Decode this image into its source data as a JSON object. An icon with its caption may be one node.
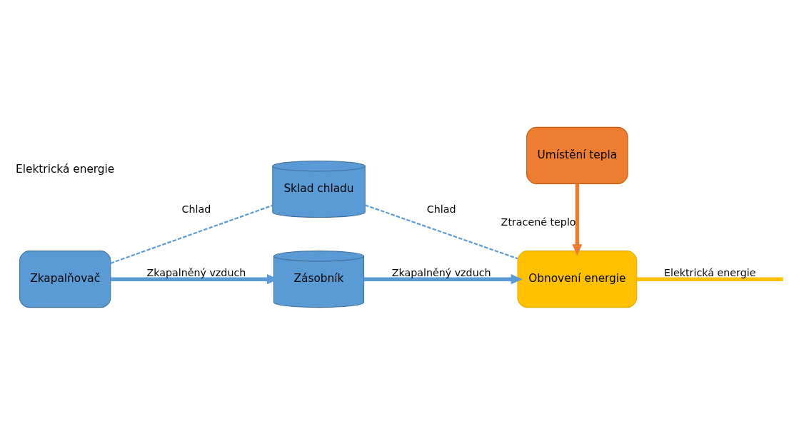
{
  "diagram": {
    "nodes": [
      {
        "text": [
          "Zkapalňovač"
        ]
      },
      {
        "text": [
          "Sklad chladu"
        ]
      },
      {
        "text": [
          "Zásobník"
        ]
      },
      {
        "text": [
          "Obnovení energie"
        ]
      },
      {
        "text": [
          "Umístění tepla"
        ]
      }
    ],
    "edges": [
      {
        "from": 0,
        "to": 1,
        "arrow": "none",
        "style": "dashed",
        "label": "Chlad"
      },
      {
        "from": 1,
        "to": 3,
        "arrow": "none",
        "style": "dashed",
        "label": "Chlad"
      },
      {
        "from": 0,
        "to": 2,
        "arrow": "to",
        "label": "Zkapalněný vzduch"
      },
      {
        "from": 2,
        "to": 3,
        "arrow": "to",
        "label": "Zkapalněný vzduch"
      },
      {
        "from": 4,
        "to": 3,
        "arrow": "to",
        "color": "#ed7d31",
        "label": "Ztracené teplo"
      },
      {
        "from": 3,
        "to": null,
        "arrow": "none",
        "color": "#ffc000",
        "label": "Elektrická energie"
      }
    ],
    "labels": [
      "Elektrická energie"
    ]
  }
}
